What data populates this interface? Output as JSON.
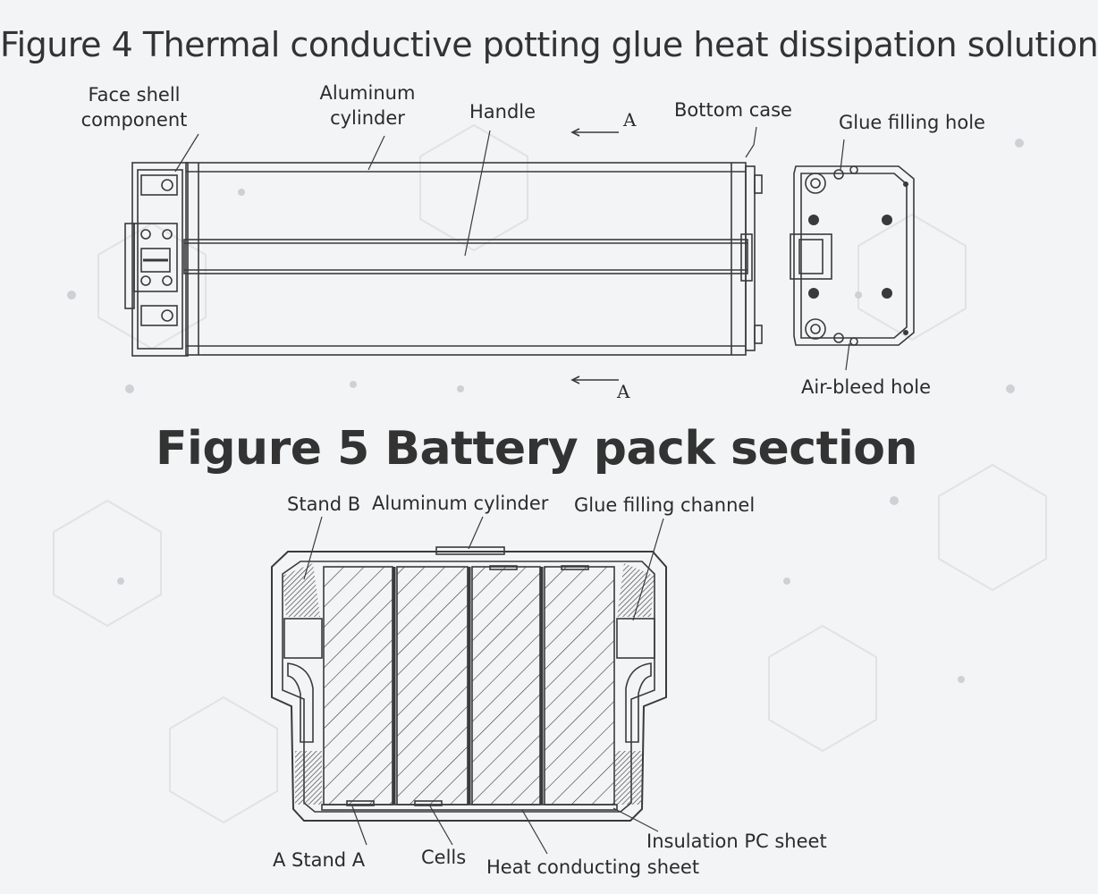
{
  "figure4": {
    "title": "Figure 4 Thermal conductive potting glue heat dissipation solution",
    "labels": {
      "face_shell": "Face shell\ncomponent",
      "aluminum_cylinder": "Aluminum\ncylinder",
      "handle": "Handle",
      "bottom_case": "Bottom case",
      "glue_filling_hole": "Glue filling hole",
      "air_bleed_hole": "Air-bleed hole",
      "section_mark": "A"
    }
  },
  "figure5": {
    "title": "Figure 5 Battery pack section",
    "labels": {
      "stand_b": "Stand B",
      "aluminum_cylinder": "Aluminum cylinder",
      "glue_filling_channel": "Glue filling channel",
      "stand_a": "A Stand A",
      "cells": "Cells",
      "heat_conducting_sheet": "Heat conducting sheet",
      "insulation_pc_sheet": "Insulation PC sheet"
    }
  },
  "colors": {
    "background": "#f3f4f5",
    "line": "#3a3a3a",
    "text": "#2b2b2b",
    "hex_pattern": "#d9dadc"
  }
}
